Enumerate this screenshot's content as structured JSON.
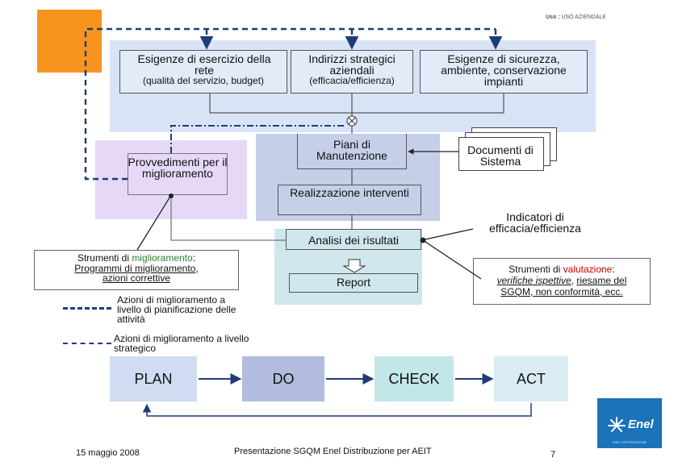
{
  "header": {
    "usage_prefix": "Uso :",
    "usage_value": "USO AZIENDALE",
    "logo_color": "#f7941d"
  },
  "top": {
    "box1_title": "Esigenze di esercizio della rete",
    "box1_sub": "(qualità del servizio, budget)",
    "box2_title": "Indirizzi strategici aziendali",
    "box2_sub": "(efficacia/efficienza)",
    "box3_title": "Esigenze di sicurezza, ambiente, conservazione impianti"
  },
  "middle": {
    "provvedimenti": "Provvedimenti per il miglioramento",
    "piani": "Piani di Manutenzione",
    "documenti": "Documenti di Sistema",
    "realizzazione": "Realizzazione interventi",
    "indicatori": "Indicatori di efficacia/efficienza",
    "analisi": "Analisi dei risultati",
    "report": "Report"
  },
  "strumenti_miglioramento": {
    "prefix": "Strumenti di ",
    "keyword": "miglioramento",
    "suffix": ":",
    "line2": "Programmi di miglioramento,",
    "line3": "azioni correttive"
  },
  "strumenti_valutazione": {
    "prefix": "Strumenti di ",
    "keyword": "valutazione",
    "suffix": ":",
    "item1": "verifiche ispettive",
    "sep1": ", ",
    "item2": "riesame del",
    "line3": "SGQM, non conformità, ecc."
  },
  "legend": {
    "dashdot_label": "Azioni di miglioramento a livello di pianificazione delle attività",
    "dashed_label": "Azioni di miglioramento a livello strategico"
  },
  "pdca": {
    "plan": "PLAN",
    "do": "DO",
    "check": "CHECK",
    "act": "ACT"
  },
  "footer": {
    "date": "15 maggio 2008",
    "title": "Presentazione SGQM Enel Distribuzione per AEIT",
    "page": "7",
    "brand": "Enel",
    "brand_sub": "ENEL DISTRIBUZIONE"
  },
  "colors": {
    "light_blue": "#d8e4f6",
    "panel_blue": "#c5cfe8",
    "light_purple": "#e6d9f7",
    "light_cyan": "#cfe7ec",
    "plan_fill": "#cfdcf1",
    "do_fill": "#b2bcdf",
    "check_fill": "#c3e6e8",
    "act_fill": "#d9ecf3",
    "enel_blue": "#1b73b9",
    "red": "#cc0000",
    "green": "#2e7d32"
  }
}
